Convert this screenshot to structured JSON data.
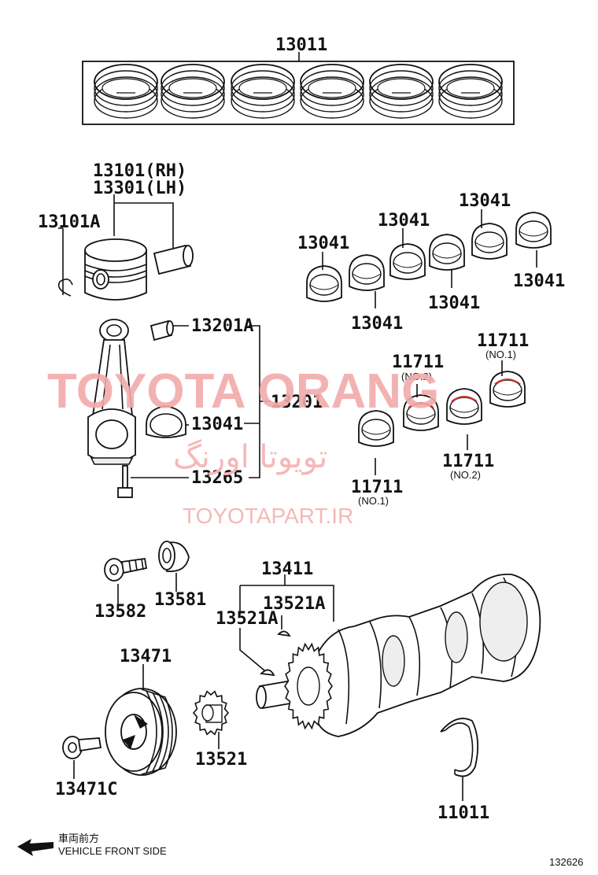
{
  "labels": {
    "piston_ring_set": "13011",
    "piston_rh": "13101(RH)",
    "piston_lh": "13301(LH)",
    "snap_ring": "13101A",
    "piston_pin_bush": "13201A",
    "connecting_rod_assy": "13201",
    "rod_bearing": "13041",
    "rod_bolt": "13265",
    "bearing_a": "13041",
    "bearing_b": "13041",
    "bearing_c": "13041",
    "bearing_d": "13041",
    "bearing_e": "13041",
    "bearing_f": "13041",
    "main_bearing_a": "11711",
    "main_bearing_a_sub": "(NO.2)",
    "main_bearing_b": "11711",
    "main_bearing_b_sub": "(NO.1)",
    "main_bearing_c": "11711",
    "main_bearing_c_sub": "(NO.2)",
    "main_bearing_d": "11711",
    "main_bearing_d_sub": "(NO.1)",
    "plate_bolt": "13582",
    "plate_washer": "13581",
    "crankshaft": "13411",
    "key_a": "13521A",
    "key_b": "13521A",
    "pulley": "13471",
    "pulley_bolt": "13471C",
    "timing_gear": "13521",
    "thrust_washer": "11011"
  },
  "watermark": {
    "brand": "TOYOTA ORANG",
    "persian": "تویوتا اورنگ",
    "site": "TOYOTAPART.IR"
  },
  "legend": {
    "japanese": "車両前方",
    "english": "VEHICLE FRONT SIDE"
  },
  "figure_number": "132626"
}
